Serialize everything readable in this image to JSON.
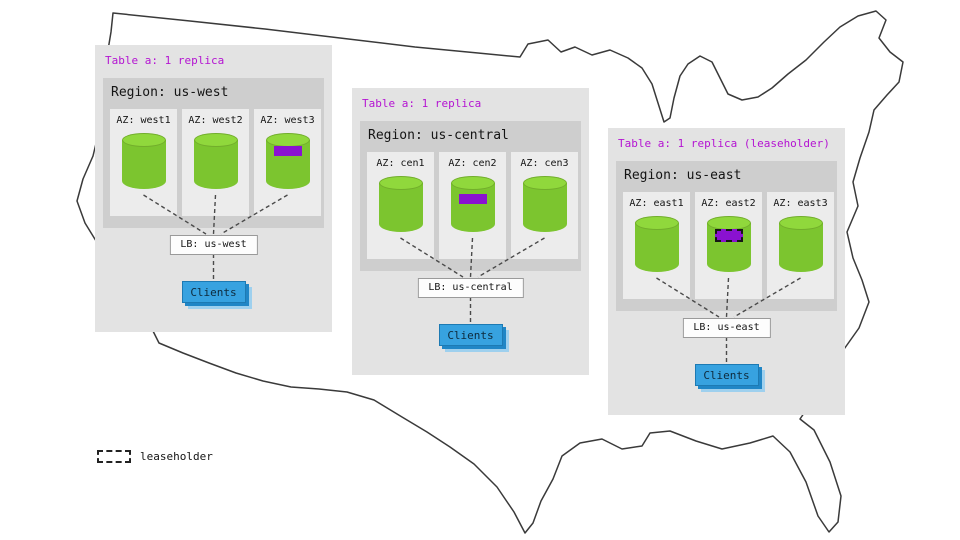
{
  "background": {
    "icon": "us-map-outline"
  },
  "legend": {
    "label": "leaseholder"
  },
  "colors": {
    "replica_green": "#7cc52f",
    "replica_marker_purple": "#8a12d0",
    "table_label_purple": "#b414d2",
    "clients_blue": "#37a2e0",
    "panel_gray": "#e3e3e3",
    "region_gray": "#cecece"
  },
  "panels": [
    {
      "table_label": "Table a: 1 replica",
      "region_label": "Region: us-west",
      "azs": [
        {
          "label": "AZ: west1",
          "marker": "none"
        },
        {
          "label": "AZ: west2",
          "marker": "none"
        },
        {
          "label": "AZ: west3",
          "marker": "replica"
        }
      ],
      "lb_label": "LB: us-west",
      "clients_label": "Clients"
    },
    {
      "table_label": "Table a: 1 replica",
      "region_label": "Region: us-central",
      "azs": [
        {
          "label": "AZ: cen1",
          "marker": "none"
        },
        {
          "label": "AZ: cen2",
          "marker": "replica"
        },
        {
          "label": "AZ: cen3",
          "marker": "none"
        }
      ],
      "lb_label": "LB: us-central",
      "clients_label": "Clients"
    },
    {
      "table_label": "Table a: 1 replica (leaseholder)",
      "region_label": "Region: us-east",
      "azs": [
        {
          "label": "AZ: east1",
          "marker": "none"
        },
        {
          "label": "AZ: east2",
          "marker": "leaseholder"
        },
        {
          "label": "AZ: east3",
          "marker": "none"
        }
      ],
      "lb_label": "LB: us-east",
      "clients_label": "Clients"
    }
  ]
}
